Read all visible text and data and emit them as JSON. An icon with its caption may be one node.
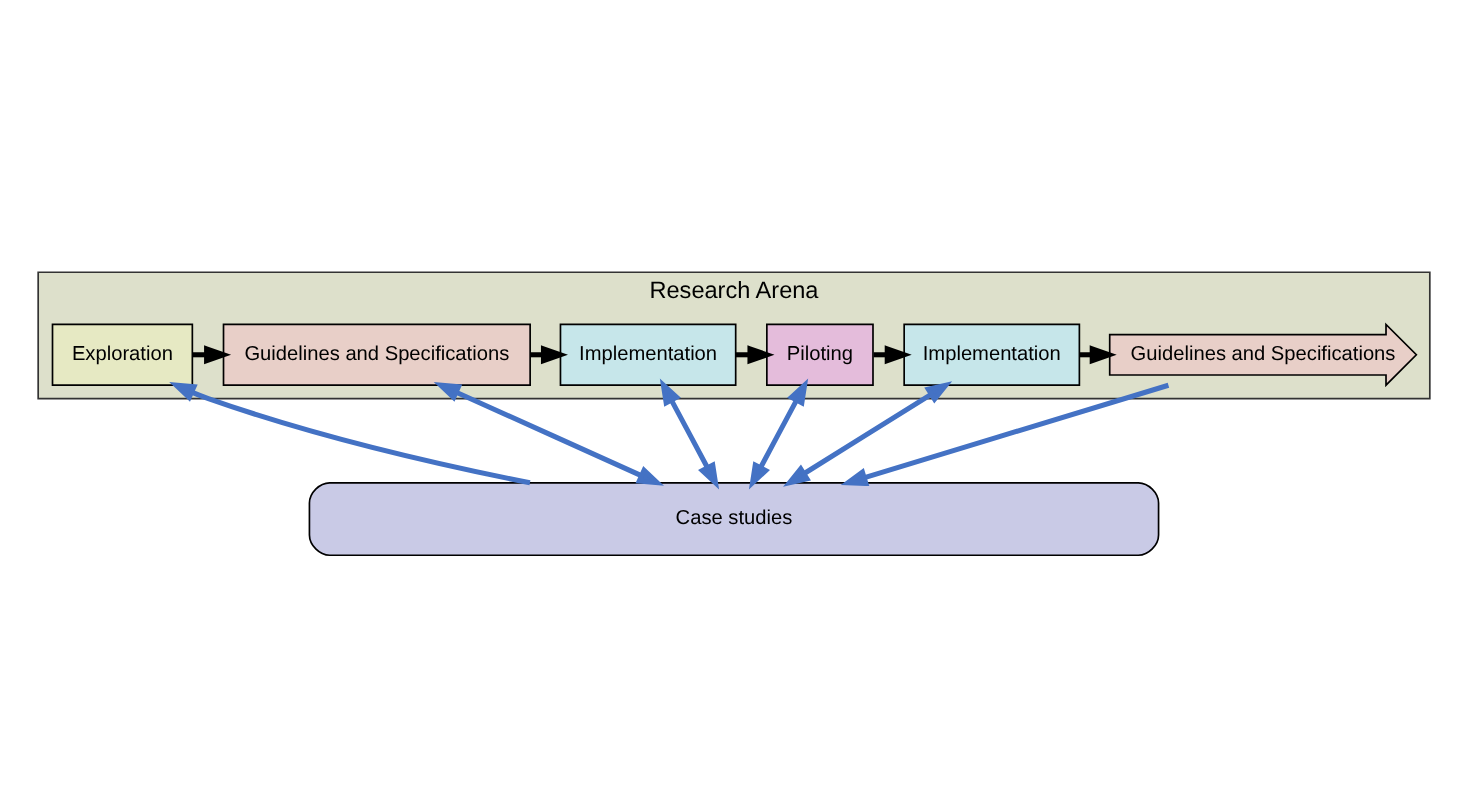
{
  "diagram": {
    "nodes": [
      {
        "text": [
          "Research Arena"
        ]
      },
      {
        "text": [
          "Exploration"
        ],
        "in": 0
      },
      {
        "text": [
          "Guidelines and Specifications"
        ],
        "in": 0
      },
      {
        "text": [
          "Implementation"
        ],
        "in": 0
      },
      {
        "text": [
          "Piloting"
        ],
        "in": 0
      },
      {
        "text": [
          "Implementation"
        ],
        "in": 0
      },
      {
        "text": [
          "Guidelines and Specifications"
        ],
        "in": 0
      },
      {
        "text": [
          "Case studies"
        ]
      }
    ],
    "edges": [
      {
        "from": 1,
        "to": 2,
        "arrow": "to",
        "color": "#000000"
      },
      {
        "from": 2,
        "to": 3,
        "arrow": "to",
        "color": "#000000"
      },
      {
        "from": 3,
        "to": 4,
        "arrow": "to",
        "color": "#000000"
      },
      {
        "from": 4,
        "to": 5,
        "arrow": "to",
        "color": "#000000"
      },
      {
        "from": 5,
        "to": 6,
        "arrow": "to",
        "color": "#000000"
      },
      {
        "from": 7,
        "to": 1,
        "arrow": "to"
      },
      {
        "from": 2,
        "to": 7,
        "arrow": "both"
      },
      {
        "from": 3,
        "to": 7,
        "arrow": "both"
      },
      {
        "from": 4,
        "to": 7,
        "arrow": "both"
      },
      {
        "from": 5,
        "to": 7,
        "arrow": "both"
      },
      {
        "from": 6,
        "to": 7,
        "arrow": "to"
      }
    ]
  }
}
